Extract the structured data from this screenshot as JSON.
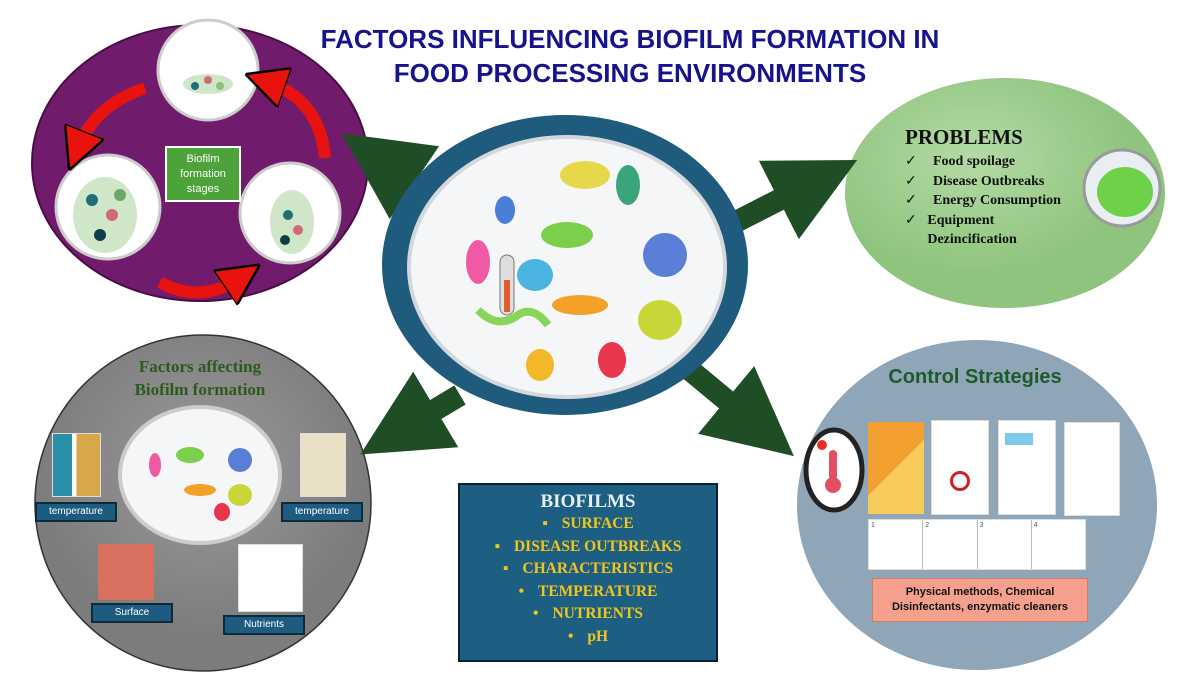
{
  "title": {
    "line1": "FACTORS INFLUENCING BIOFILM FORMATION IN",
    "line2": "FOOD PROCESSING ENVIRONMENTS"
  },
  "stages": {
    "label": "Biofilm formation stages"
  },
  "problems": {
    "heading": "PROBLEMS",
    "check_icon": "✓",
    "items": [
      "Food spoilage",
      "Disease Outbreaks",
      "Energy Consumption",
      "Equipment Dezincification"
    ]
  },
  "factors": {
    "heading_line1": "Factors affecting",
    "heading_line2": "Biofilm formation",
    "labels": [
      "temperature",
      "temperature",
      "Surface",
      "Nutrients"
    ]
  },
  "biofilms": {
    "heading": "BIOFILMS",
    "items": [
      {
        "bullet": "▪",
        "text": "SURFACE"
      },
      {
        "bullet": "▪",
        "text": "DISEASE OUTBREAKS"
      },
      {
        "bullet": "▪",
        "text": "CHARACTERISTICS"
      },
      {
        "bullet": "•",
        "text": "TEMPERATURE"
      },
      {
        "bullet": "•",
        "text": "NUTRIENTS"
      },
      {
        "bullet": "•",
        "text": "pH"
      }
    ]
  },
  "control": {
    "heading": "Control Strategies",
    "caption": "Physical methods, Chemical Disinfectants, enzymatic cleaners",
    "steps": [
      "1",
      "2",
      "3",
      "4"
    ]
  },
  "colors": {
    "title": "#15148c",
    "arrow": "#1e4d26",
    "purple": "#711b6c",
    "ring": "#1e5b7c",
    "green_circle": "#9fd08f",
    "gray_circle": "#8a8a8a",
    "blue_circle": "#8fa5b8"
  }
}
